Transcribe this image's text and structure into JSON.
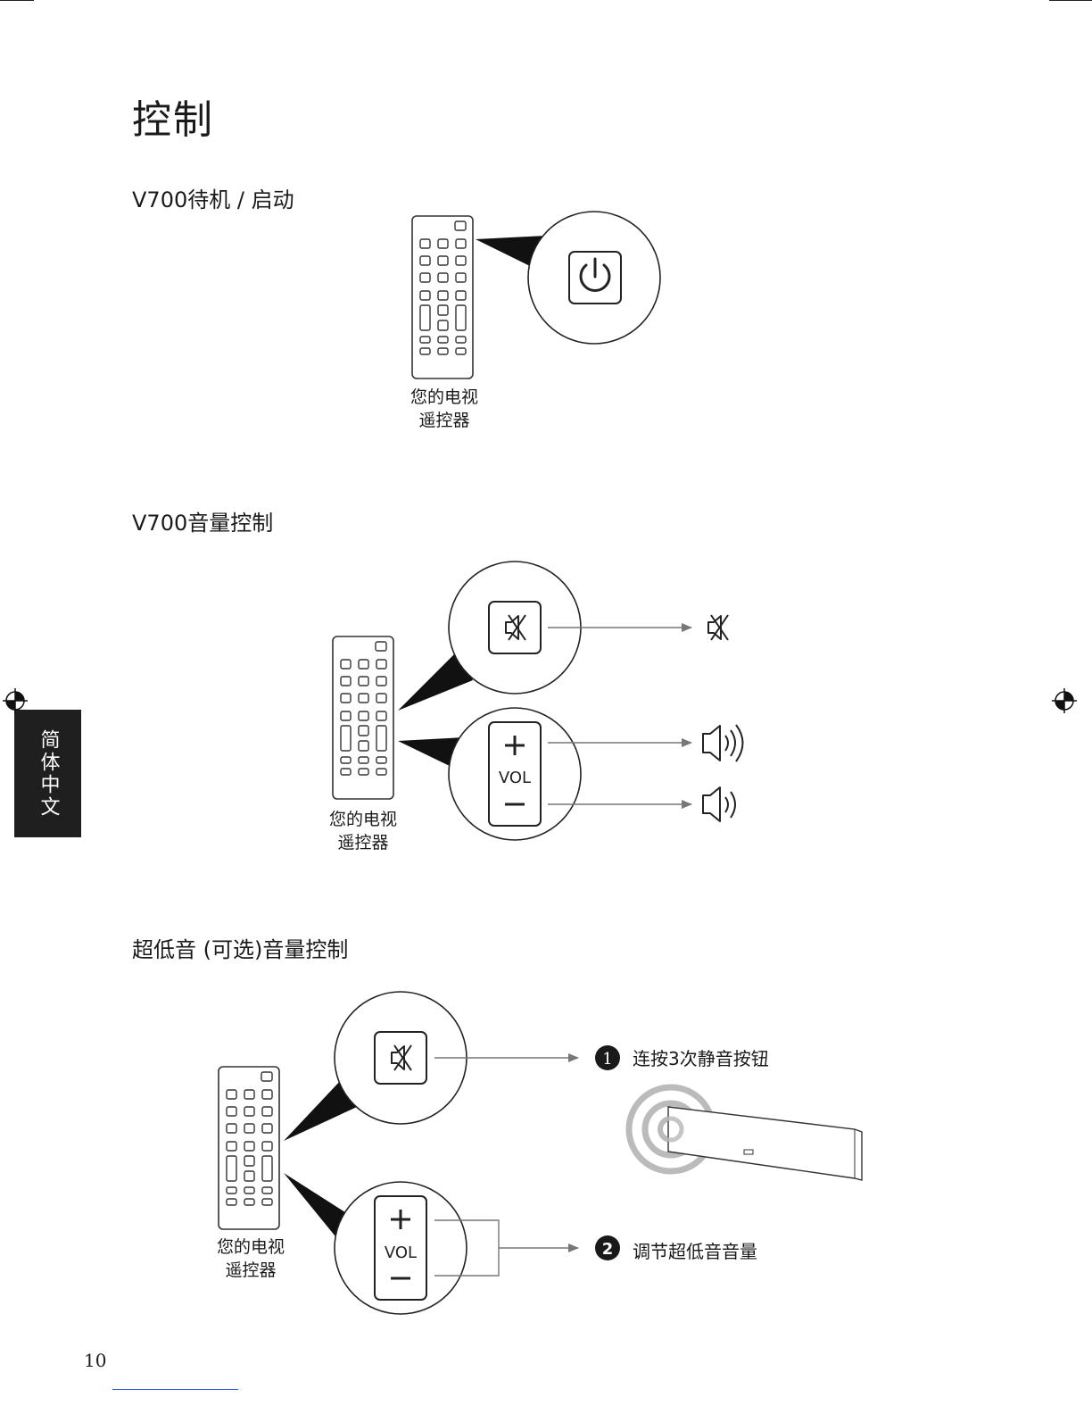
{
  "page": {
    "title": "控制",
    "language_tab": "简体中文",
    "page_number": "10"
  },
  "sections": [
    {
      "heading": "V700待机 / 启动",
      "remote_caption_1": "您的电视",
      "remote_caption_2": "遥控器",
      "icons": [
        "power-icon"
      ]
    },
    {
      "heading": "V700音量控制",
      "remote_caption_1": "您的电视",
      "remote_caption_2": "遥控器",
      "vol_label": "VOL",
      "icons": [
        "mute-icon",
        "volume-plus-icon",
        "volume-minus-icon",
        "speaker-loud-icon",
        "speaker-soft-icon"
      ]
    },
    {
      "heading": "超低音 (可选)音量控制",
      "remote_caption_1": "您的电视",
      "remote_caption_2": "遥控器",
      "vol_label": "VOL",
      "steps": [
        {
          "number": "1",
          "text": "连按3次静音按钮"
        },
        {
          "number": "2",
          "text": "调节超低音音量"
        }
      ]
    }
  ]
}
